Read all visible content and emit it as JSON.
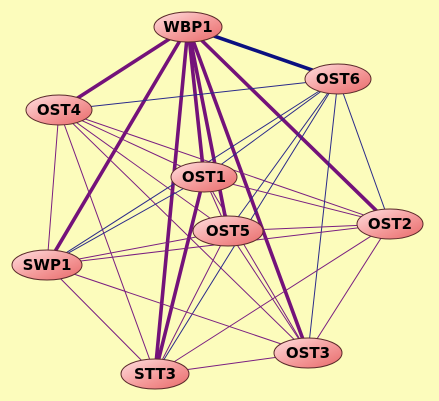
{
  "colors": {
    "background": "#fcfcbc",
    "strong_edge": "#74127a",
    "weak_edge": "#7a1e80",
    "blue_edge": "#0b1080",
    "thin_blue_edge": "#2a2a8a",
    "node_fill_light": "#ffd6d6",
    "node_fill_dark": "#f07878"
  },
  "nodes": {
    "WBP1": "WBP1",
    "OST6": "OST6",
    "OST4": "OST4",
    "OST1": "OST1",
    "OST5": "OST5",
    "OST2": "OST2",
    "SWP1": "SWP1",
    "STT3": "STT3",
    "OST3": "OST3"
  },
  "edges": [
    {
      "from": "WBP1",
      "to": "OST6",
      "weight": "strong",
      "color": "blue"
    },
    {
      "from": "WBP1",
      "to": "OST4",
      "weight": "strong",
      "color": "purple"
    },
    {
      "from": "WBP1",
      "to": "SWP1",
      "weight": "strong",
      "color": "purple"
    },
    {
      "from": "WBP1",
      "to": "OST1",
      "weight": "strong",
      "color": "purple"
    },
    {
      "from": "WBP1",
      "to": "OST5",
      "weight": "strong",
      "color": "purple"
    },
    {
      "from": "WBP1",
      "to": "OST2",
      "weight": "strong",
      "color": "purple"
    },
    {
      "from": "WBP1",
      "to": "STT3",
      "weight": "strong",
      "color": "purple"
    },
    {
      "from": "WBP1",
      "to": "OST3",
      "weight": "strong",
      "color": "purple"
    },
    {
      "from": "OST4",
      "to": "OST6",
      "weight": "thin",
      "color": "blue"
    },
    {
      "from": "OST4",
      "to": "OST1",
      "weight": "thin",
      "color": "purple"
    },
    {
      "from": "OST4",
      "to": "OST5",
      "weight": "thin",
      "color": "purple"
    },
    {
      "from": "OST4",
      "to": "OST2",
      "weight": "thin",
      "color": "purple"
    },
    {
      "from": "OST4",
      "to": "SWP1",
      "weight": "thin",
      "color": "purple"
    },
    {
      "from": "OST4",
      "to": "STT3",
      "weight": "thin",
      "color": "purple"
    },
    {
      "from": "OST4",
      "to": "OST3",
      "weight": "thin",
      "color": "purple"
    },
    {
      "from": "OST6",
      "to": "OST1",
      "weight": "thin",
      "color": "blue"
    },
    {
      "from": "OST6",
      "to": "OST5",
      "weight": "thin",
      "color": "blue"
    },
    {
      "from": "OST6",
      "to": "OST2",
      "weight": "thin",
      "color": "blue"
    },
    {
      "from": "OST6",
      "to": "SWP1",
      "weight": "thin",
      "color": "blue"
    },
    {
      "from": "OST6",
      "to": "STT3",
      "weight": "thin",
      "color": "blue"
    },
    {
      "from": "OST6",
      "to": "OST3",
      "weight": "thin",
      "color": "blue"
    },
    {
      "from": "OST1",
      "to": "OST5",
      "weight": "thin",
      "color": "purple"
    },
    {
      "from": "OST1",
      "to": "OST2",
      "weight": "thin",
      "color": "purple"
    },
    {
      "from": "OST1",
      "to": "SWP1",
      "weight": "thin",
      "color": "blue"
    },
    {
      "from": "OST1",
      "to": "STT3",
      "weight": "strong",
      "color": "purple"
    },
    {
      "from": "OST1",
      "to": "OST3",
      "weight": "thin",
      "color": "purple"
    },
    {
      "from": "OST5",
      "to": "OST2",
      "weight": "thin",
      "color": "purple"
    },
    {
      "from": "OST5",
      "to": "SWP1",
      "weight": "thin",
      "color": "purple"
    },
    {
      "from": "OST5",
      "to": "STT3",
      "weight": "thin",
      "color": "purple"
    },
    {
      "from": "OST5",
      "to": "OST3",
      "weight": "thin",
      "color": "purple"
    },
    {
      "from": "OST2",
      "to": "SWP1",
      "weight": "thin",
      "color": "purple"
    },
    {
      "from": "OST2",
      "to": "STT3",
      "weight": "thin",
      "color": "purple"
    },
    {
      "from": "OST2",
      "to": "OST3",
      "weight": "thin",
      "color": "purple"
    },
    {
      "from": "SWP1",
      "to": "STT3",
      "weight": "thin",
      "color": "purple"
    },
    {
      "from": "SWP1",
      "to": "OST3",
      "weight": "thin",
      "color": "purple"
    },
    {
      "from": "STT3",
      "to": "OST3",
      "weight": "thin",
      "color": "purple"
    }
  ]
}
